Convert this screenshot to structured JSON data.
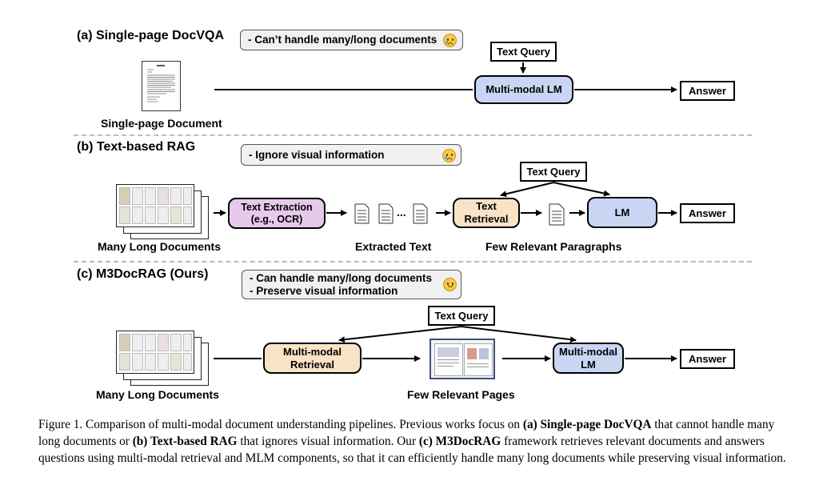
{
  "sections": {
    "a": {
      "title": "(a) Single-page DocVQA",
      "note": [
        "- Can’t handle many/long documents"
      ],
      "emoji": "sad-face-icon",
      "doc_label": "Single-page Document",
      "query": "Text Query",
      "model": "Multi-modal LM",
      "answer": "Answer"
    },
    "b": {
      "title": "(b) Text-based RAG",
      "note": [
        "- Ignore visual information"
      ],
      "emoji": "sad-face-icon",
      "docs_label": "Many Long Documents",
      "extraction": [
        "Text Extraction",
        "(e.g., OCR)"
      ],
      "extracted_label": "Extracted Text",
      "ellipsis": "...",
      "retrieval": [
        "Text",
        "Retrieval"
      ],
      "paragraphs_label": "Few Relevant Paragraphs",
      "query": "Text Query",
      "model": "LM",
      "answer": "Answer"
    },
    "c": {
      "title": "(c) M3DocRAG (Ours)",
      "note": [
        "- Can handle many/long documents",
        "- Preserve visual information"
      ],
      "emoji": "happy-face-icon",
      "docs_label": "Many Long Documents",
      "retrieval": [
        "Multi-modal",
        "Retrieval"
      ],
      "pages_label": "Few Relevant Pages",
      "query": "Text Query",
      "model": [
        "Multi-modal",
        "LM"
      ],
      "answer": "Answer"
    }
  },
  "caption": {
    "prefix": "Figure 1. Comparison of multi-modal document understanding pipelines. Previous works focus on ",
    "a_bold": "(a) Single-page DocVQA",
    "mid1": " that cannot handle many long documents or ",
    "b_bold": "(b) Text-based RAG",
    "mid2": " that ignores visual information. Our ",
    "c_bold": "(c) M3DocRAG",
    "suffix": " framework retrieves relevant documents and answers questions using multi-modal retrieval and MLM components, so that it can efficiently handle many long documents while preserving visual information."
  },
  "colors": {
    "multimodal_lm": "#c9d6f3",
    "text_extraction": "#e7c9ec",
    "retrieval": "#f8e3c6",
    "note_bg": "#f1f1f1",
    "divider": "#bdbdbd"
  }
}
